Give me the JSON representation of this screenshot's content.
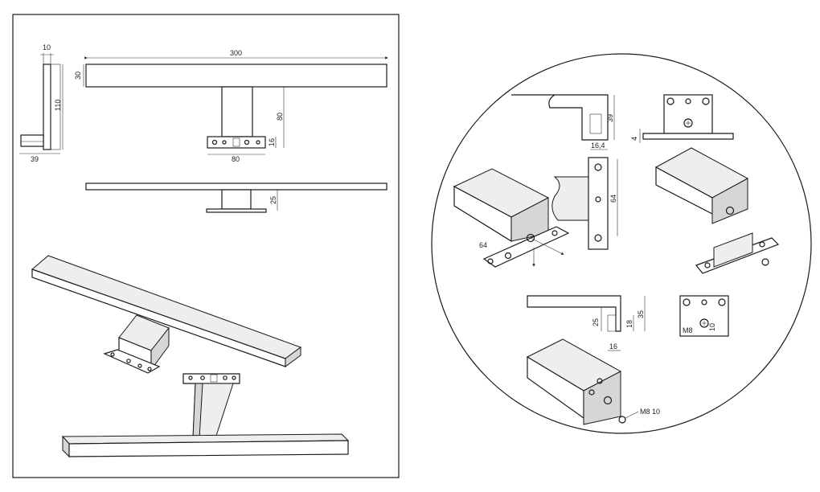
{
  "dimensions": {
    "side_width_10": "10",
    "side_height_110": "110",
    "side_depth_39": "39",
    "bar_length_300": "300",
    "bar_height_30": "30",
    "arm_height_80": "80",
    "plate_height_16": "16",
    "plate_width_80": "80",
    "bottom_offset_25": "25",
    "detail_height_39": "39",
    "detail_depth_16_4": "16,4",
    "detail_plate_4": "4",
    "detail_height_64_a": "64",
    "detail_height_64_b": "64",
    "detail_height_25": "25",
    "detail_height_18": "18",
    "detail_height_35": "35",
    "detail_width_16": "16",
    "detail_m8": "M8",
    "detail_10": "10",
    "detail_m8_10": "M8 10"
  },
  "colors": {
    "line": "#1a1a1a",
    "background": "#ffffff",
    "fill_light": "#eeeeee",
    "fill_mid": "#d6d6d6"
  }
}
